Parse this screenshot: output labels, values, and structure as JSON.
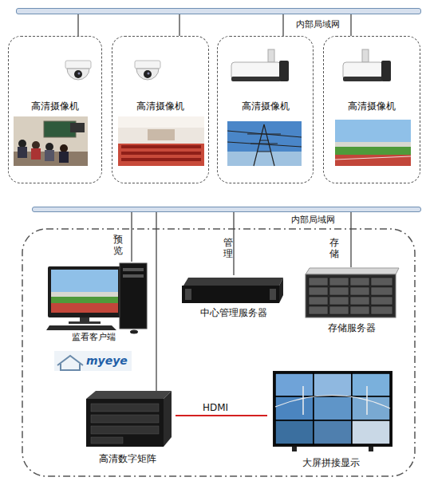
{
  "diagram": {
    "nodes": [
      {
        "text": [
          "内部局域网"
        ]
      },
      {
        "text": [
          "高清摄像机"
        ]
      },
      {
        "text": [
          "高清摄像机"
        ]
      },
      {
        "text": [
          "高清摄像机"
        ]
      },
      {
        "text": [
          "高清摄像机"
        ]
      },
      {
        "text": [
          "内部局域网"
        ]
      },
      {
        "text": [
          "监看客户端"
        ]
      },
      {
        "text": [
          "中心管理服务器"
        ]
      },
      {
        "text": [
          "存储服务器"
        ]
      },
      {
        "text": [
          "高清数字矩阵"
        ]
      },
      {
        "text": [
          "大屏拼接显示"
        ]
      }
    ],
    "edges": [
      {
        "from": 0,
        "to": 1,
        "arrow": "none"
      },
      {
        "from": 0,
        "to": 2,
        "arrow": "none"
      },
      {
        "from": 0,
        "to": 3,
        "arrow": "none"
      },
      {
        "from": 0,
        "to": 4,
        "arrow": "none"
      },
      {
        "from": 5,
        "to": 6,
        "label": "预览",
        "arrow": "none"
      },
      {
        "from": 5,
        "to": 7,
        "label": "管理",
        "arrow": "none"
      },
      {
        "from": 5,
        "to": 8,
        "label": "存储",
        "arrow": "none"
      },
      {
        "from": 5,
        "to": 9,
        "arrow": "none"
      },
      {
        "from": 9,
        "to": 10,
        "label": "HDMI",
        "arrow": "none"
      }
    ],
    "labels": [
      "myeye"
    ]
  }
}
